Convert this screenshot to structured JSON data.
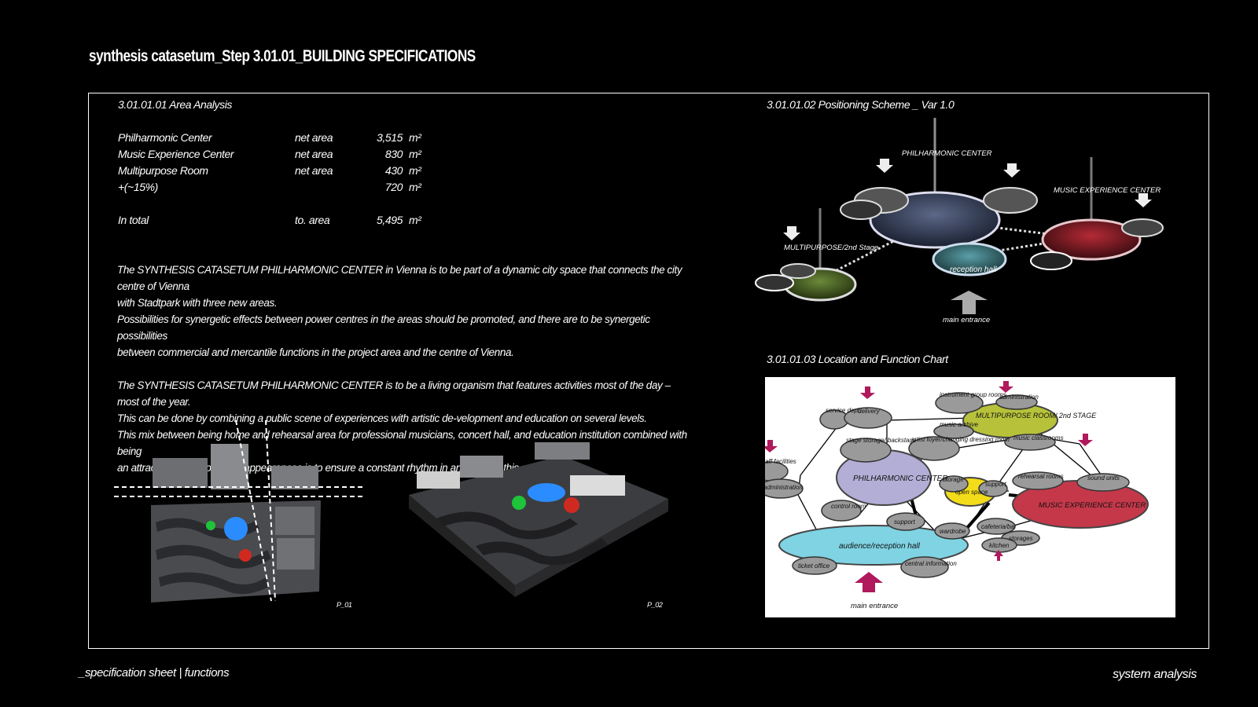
{
  "title": "synthesis catasetum_Step 3.01.01_BUILDING SPECIFICATIONS",
  "area_analysis": {
    "heading": "3.01.01.01   Area Analysis",
    "rows": [
      {
        "name": "Philharmonic Center",
        "type": "net area",
        "value": "3,515",
        "unit": "m²"
      },
      {
        "name": "Music Experience Center",
        "type": "net area",
        "value": "830",
        "unit": "m²"
      },
      {
        "name": "Multipurpose Room",
        "type": "net area",
        "value": "430",
        "unit": "m²"
      },
      {
        "name": "+(~15%)",
        "type": "",
        "value": "720",
        "unit": "m²"
      }
    ],
    "total": {
      "name": "In total",
      "type": "to. area",
      "value": "5,495",
      "unit": "m²"
    }
  },
  "description": {
    "p1_line1": "The SYNTHESIS CATASETUM PHILHARMONIC CENTER in Vienna is to be part of a dynamic city space that connects the city centre of Vienna",
    "p1_line2": "with Stadtpark with three new areas.",
    "p1_line3": "Possibilities for synergetic effects between power centres in the areas should be promoted, and there are to be synergetic possibilities",
    "p1_line4": "between commercial and mercantile functions in the project area and the centre of Vienna.",
    "p2_line1": "The SYNTHESIS CATASETUM PHILHARMONIC CENTER  is to be a living organism that features activities most of the day – most of the year.",
    "p2_line2": "This can be done by combining a public scene of experiences with artistic de-velopment and education on several levels.",
    "p2_line3": "This mix between being home and rehearsal area for professional musicians, concert hall, and education institution combined with being",
    "p2_line4": "an attractive scene for guest appearances is to ensure a constant rhythm in and around this complex."
  },
  "plans": {
    "p1_caption": "P_01",
    "p2_caption": "P_02"
  },
  "positioning_scheme": {
    "heading": "3.01.01.02   Positioning Scheme _ Var 1.0",
    "philharmonic": "PHILHARMONIC CENTER",
    "music_experience": "MUSIC EXPERIENCE CENTER",
    "multipurpose": "MULTIPURPOSE/2nd Stage",
    "reception": "reception hall",
    "entrance": "main entrance"
  },
  "function_chart": {
    "heading": "3.01.01.03   Location and Function Chart",
    "nodes": {
      "service_dept": "service dept.",
      "delivery": "delivery",
      "stage_storage": "stage storage/ backstage",
      "music_archive": "music archive",
      "artist_foyer": "artist foyer/changing dressing room",
      "instrument_group": "instrument group rooms",
      "administration_top": "administration",
      "multipurpose": "MULTIPURPOSE ROOM/ 2nd STAGE",
      "music_classrooms": "music classrooms",
      "staff_facilities": "staff facilities",
      "administration_left": "administration",
      "philharmonic": "PHILHARMONIC CENTER",
      "storage": "storage",
      "open_space": "open space",
      "support_right": "support",
      "rehearsal_rooms": "rehearsal rooms",
      "sound_units": "sound units",
      "music_experience": "MUSIC EXPERIENCE CENTER",
      "control_room": "control room",
      "support_bottom": "support",
      "wardrobe": "wardrobe",
      "cafeteria": "cafeteria/bar",
      "storages": "storages",
      "kitchen": "kitchen",
      "audience": "audience/reception hall",
      "ticket_office": "ticket office",
      "central_information": "central information",
      "entrance": "main entrance"
    },
    "colors": {
      "philharmonic": "#b3aed6",
      "multipurpose": "#b7c23a",
      "open_space": "#f3dc1a",
      "music_experience": "#c4384a",
      "audience": "#7fd3e3",
      "arrow": "#b0195c"
    }
  },
  "footer": {
    "left": "_specification sheet | functions",
    "right": "system analysis"
  }
}
